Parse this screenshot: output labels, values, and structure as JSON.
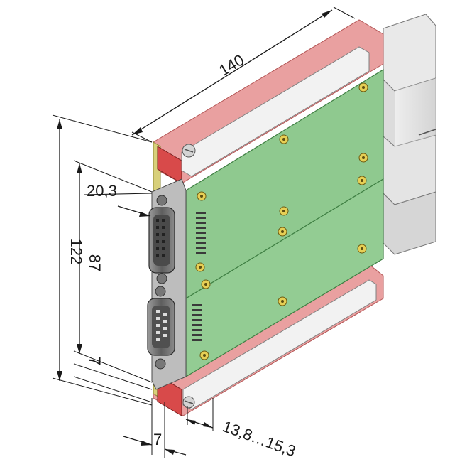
{
  "dimensions": {
    "length": "140",
    "height": "122",
    "inner_height": "87",
    "connector_offset": "20,3",
    "bottom_offset": "7",
    "width": "7",
    "thickness_range": "13,8…15,3"
  },
  "colors": {
    "pcb": "#8fc98f",
    "pcb_edge": "#5f9f63",
    "rail": "#e9a0a0",
    "rail_dark": "#d84a4a",
    "clamp": "#f4f4f4",
    "clamp_shadow": "#cfcfcf",
    "connector": "#6f6f6f",
    "mount_pad": "#e6cf55",
    "panel_edge": "#d8d07a"
  },
  "icons": [
    "dsub-connector-icon",
    "mounting-hole-icon",
    "screw-icon"
  ]
}
